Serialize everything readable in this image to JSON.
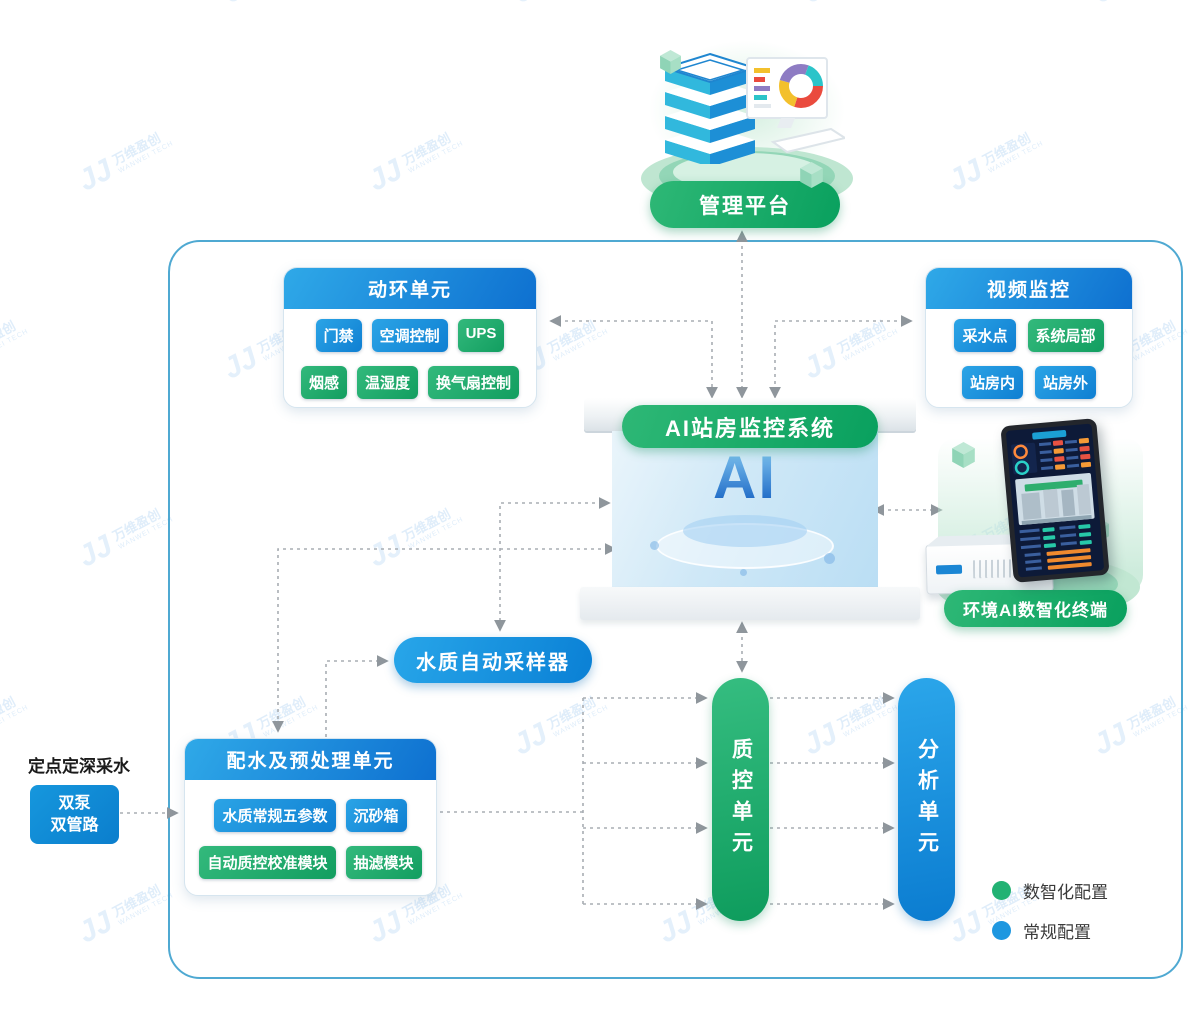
{
  "watermark": {
    "logo": "JJ",
    "line1": "万维盈创",
    "line2": "WANWEI TECH"
  },
  "management_platform": {
    "label": "管理平台"
  },
  "station": {
    "label": "AI站房监控系统",
    "ai": "AI"
  },
  "terminal": {
    "label": "环境AI数智化终端"
  },
  "sampler": {
    "label": "水质自动采样器"
  },
  "panels": {
    "donghuan": {
      "title": "动环单元",
      "buttons": [
        {
          "label": "门禁",
          "color": "blue"
        },
        {
          "label": "空调控制",
          "color": "blue"
        },
        {
          "label": "UPS",
          "color": "green"
        },
        {
          "label": "烟感",
          "color": "green"
        },
        {
          "label": "温湿度",
          "color": "green"
        },
        {
          "label": "换气扇控制",
          "color": "green"
        }
      ]
    },
    "video": {
      "title": "视频监控",
      "buttons": [
        {
          "label": "采水点",
          "color": "blue"
        },
        {
          "label": "系统局部",
          "color": "green"
        },
        {
          "label": "站房内",
          "color": "blue"
        },
        {
          "label": "站房外",
          "color": "blue"
        }
      ]
    },
    "peishui": {
      "title": "配水及预处理单元",
      "buttons": [
        {
          "label": "水质常规五参数",
          "color": "blue"
        },
        {
          "label": "沉砂箱",
          "color": "blue"
        },
        {
          "label": "自动质控校准模块",
          "color": "green"
        },
        {
          "label": "抽滤模块",
          "color": "green"
        }
      ]
    }
  },
  "intake": {
    "caption": "定点定深采水",
    "box_line1": "双泵",
    "box_line2": "双管路"
  },
  "units": {
    "quality": "质控单元",
    "analysis": "分析单元"
  },
  "legend": {
    "items": [
      {
        "label": "数智化配置",
        "color": "#22b273"
      },
      {
        "label": "常规配置",
        "color": "#1e97e0"
      }
    ]
  }
}
